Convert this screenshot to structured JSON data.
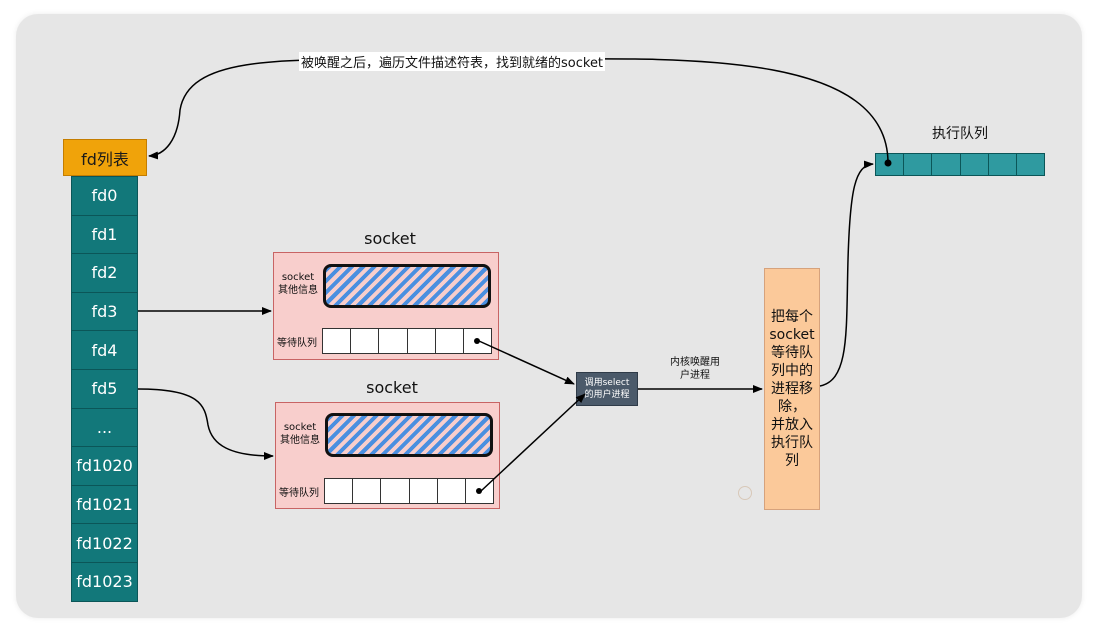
{
  "fd_table": {
    "header": "fd列表",
    "items": [
      "fd0",
      "fd1",
      "fd2",
      "fd3",
      "fd4",
      "fd5",
      "...",
      "fd1020",
      "fd1021",
      "fd1022",
      "fd1023"
    ]
  },
  "sockets": [
    {
      "title": "socket",
      "info": "socket\n其他信息",
      "queue_label": "等待队列"
    },
    {
      "title": "socket",
      "info": "socket\n其他信息",
      "queue_label": "等待队列"
    }
  ],
  "process_box": "调用select\n的用户进程",
  "kernel_label": "内核唤醒用\n户进程",
  "move_box": "把每个\nsocket\n等待队\n列中的\n进程移\n除，\n并放入\n执行队\n列",
  "exec_queue": {
    "title": "执行队列"
  },
  "top_label": "被唤醒之后，遍历文件描述符表，找到就绪的socket",
  "colors": {
    "fd_cell": "#12787a",
    "fd_header": "#f0a30a",
    "socket_box": "#f8cecc",
    "hatch": "#4a8fe0",
    "process_box": "#4b5a6a",
    "move_box": "#fbc99a",
    "exec_queue": "#2f9aa0",
    "background": "#e6e6e6"
  }
}
